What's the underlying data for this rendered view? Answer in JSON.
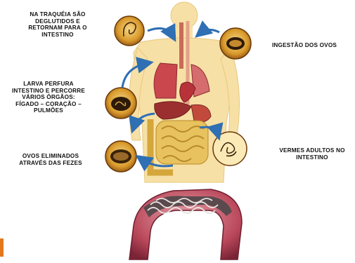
{
  "labels": {
    "trachea": [
      "NA TRAQUÉIA SÃO",
      "DEGLUTIDOS E",
      "RETORNAM PARA O",
      "INTESTINO"
    ],
    "ingestion": [
      "INGESTÃO DOS OVOS"
    ],
    "larva": [
      "LARVA PERFURA",
      "INTESTINO E PERCORRE",
      "VÁRIOS ÓRGÃOS:",
      "FÍGADO – CORAÇÃO –",
      "PULMÕES"
    ],
    "eggs_out": [
      "OVOS ELIMINADOS",
      "ATRAVÉS DAS FEZES"
    ],
    "adults": [
      "VERMES ADULTOS NO",
      "INTESTINO"
    ]
  },
  "colors": {
    "skin": "#f7e0a5",
    "skin_edge": "#e8c77e",
    "organ_red": "#b8323a",
    "intestine": "#d9b24a",
    "arrow": "#2f6fb3",
    "accent": "#e3791f"
  }
}
